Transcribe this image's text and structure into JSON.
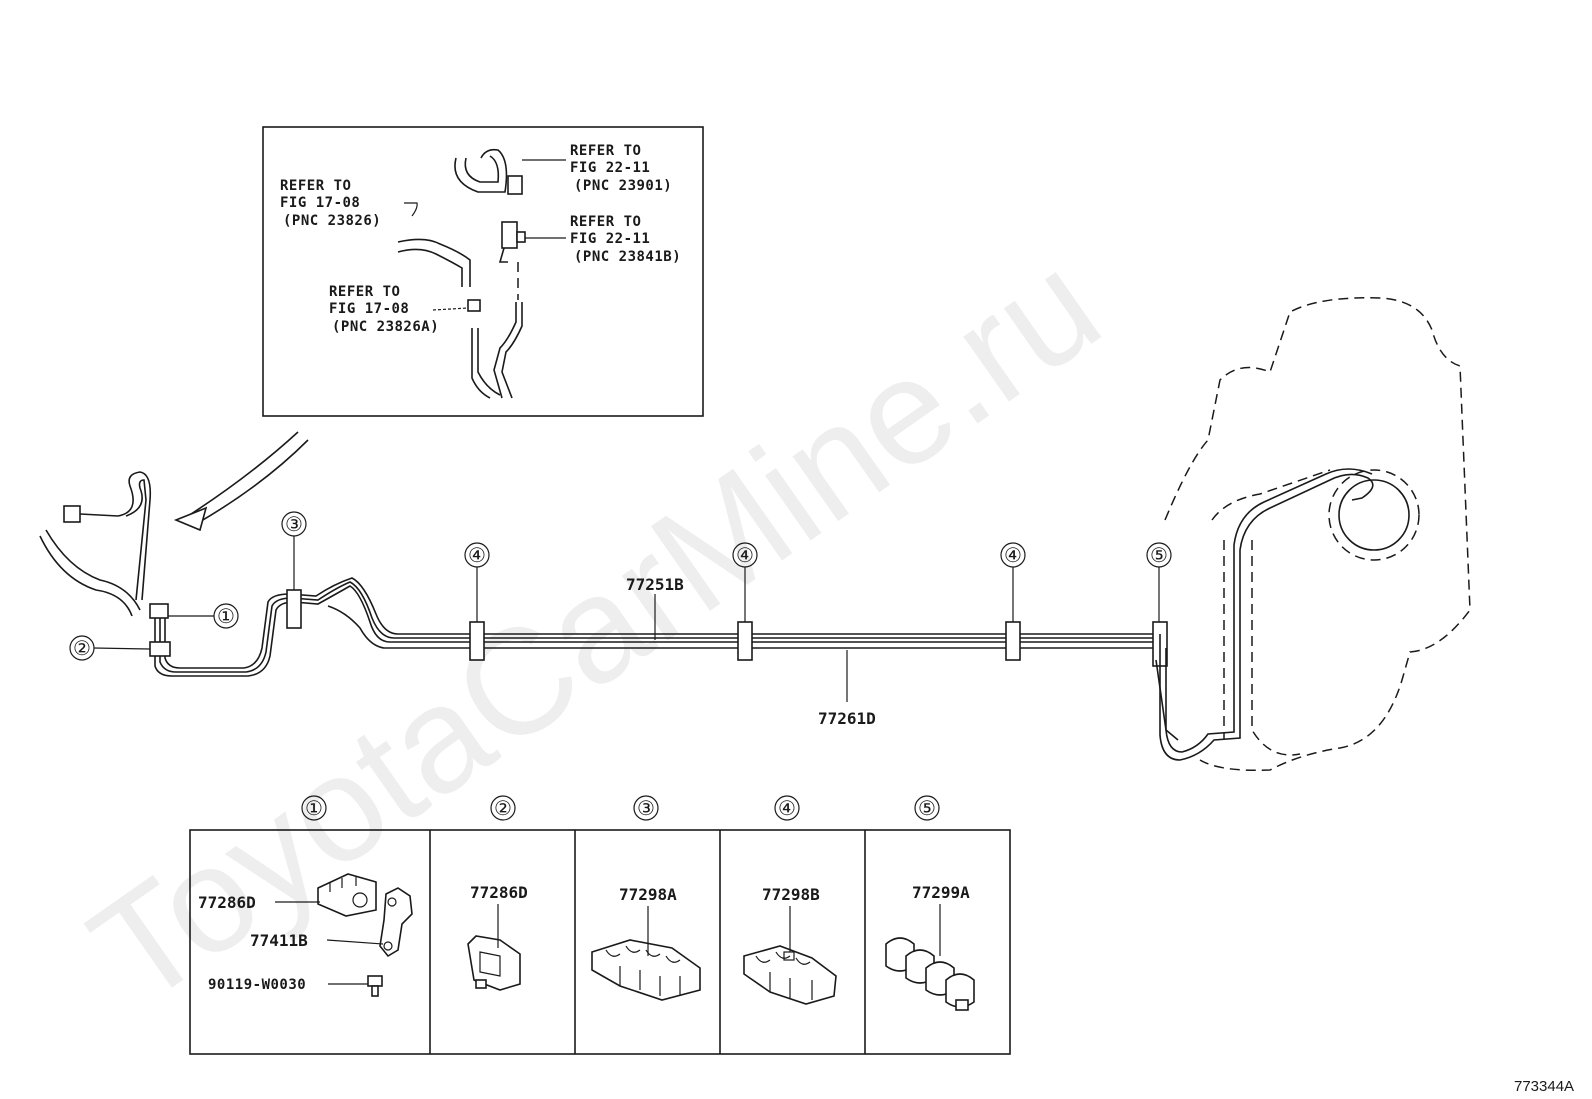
{
  "watermark": "ToyotaCarMine.ru",
  "figure_id": "773344A",
  "inset": {
    "refs": [
      {
        "line1": "REFER TO",
        "line2": "FIG 22-11",
        "line3": "(PNC 23901)"
      },
      {
        "line1": "REFER TO",
        "line2": "FIG 17-08",
        "line3": "(PNC 23826)"
      },
      {
        "line1": "REFER TO",
        "line2": "FIG 22-11",
        "line3": "(PNC 23841B)"
      },
      {
        "line1": "REFER TO",
        "line2": "FIG 17-08",
        "line3": "(PNC 23826A)"
      }
    ]
  },
  "main": {
    "callouts": [
      "①",
      "②",
      "③",
      "④",
      "④",
      "④",
      "⑤"
    ],
    "part_labels": [
      "77251B",
      "77261D"
    ]
  },
  "legend": {
    "cells": [
      {
        "num": "①",
        "parts": [
          "77286D",
          "77411B",
          "90119-W0030"
        ]
      },
      {
        "num": "②",
        "parts": [
          "77286D"
        ]
      },
      {
        "num": "③",
        "parts": [
          "77298A"
        ]
      },
      {
        "num": "④",
        "parts": [
          "77298B"
        ]
      },
      {
        "num": "⑤",
        "parts": [
          "77299A"
        ]
      }
    ]
  }
}
